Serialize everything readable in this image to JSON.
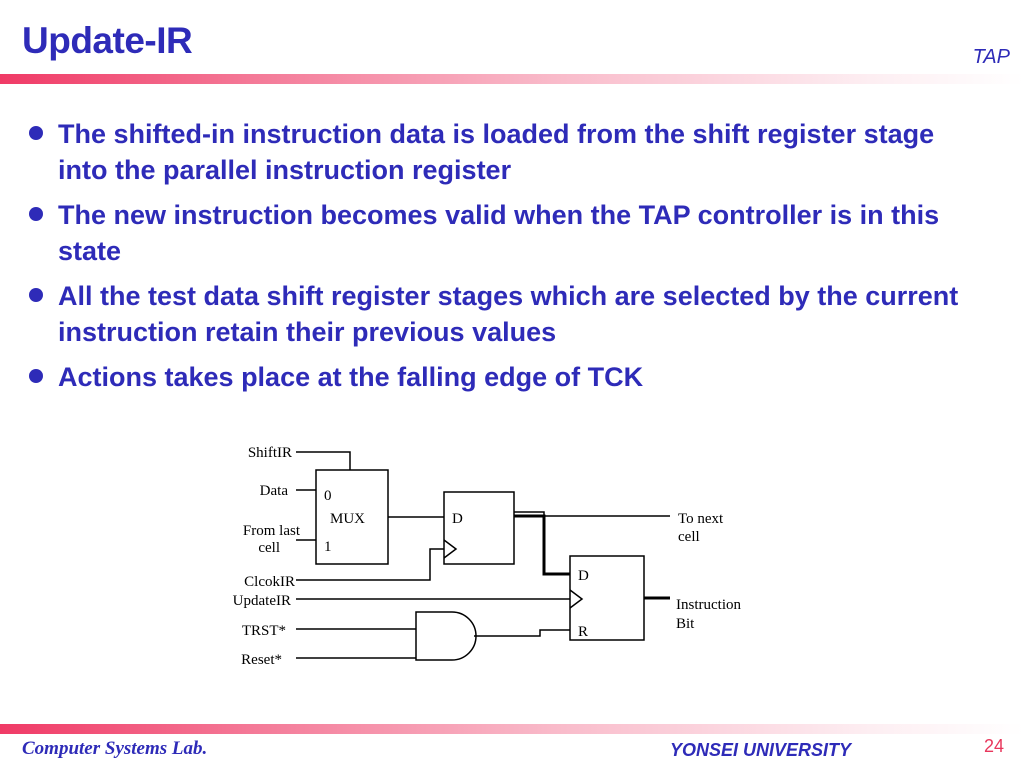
{
  "slide": {
    "title": "Update-IR",
    "section_tag": "TAP",
    "bullets": [
      "The shifted-in instruction data is loaded from the shift register stage into the parallel instruction register",
      "The new instruction becomes valid when the TAP controller is in this state",
      "All the test data shift register stages which are selected by the current instruction retain their previous values",
      "Actions takes place at the falling edge of TCK"
    ]
  },
  "diagram": {
    "inputs": {
      "shift_ir": "ShiftIR",
      "data": "Data",
      "from_last_1": "From last",
      "from_last_2": "cell",
      "clock_ir": "ClcokIR",
      "update_ir": "UpdateIR",
      "trst": "TRST*",
      "reset": "Reset*"
    },
    "mux": {
      "label": "MUX",
      "in0": "0",
      "in1": "1"
    },
    "ff1": {
      "d": "D"
    },
    "ff2": {
      "d": "D",
      "r": "R"
    },
    "outputs": {
      "next_1": "To next",
      "next_2": "cell",
      "instr_1": "Instruction",
      "instr_2": "Bit"
    }
  },
  "footer": {
    "lab": "Computer Systems Lab.",
    "university": "YONSEI UNIVERSITY",
    "page": "24"
  },
  "colors": {
    "title": "#2e2bb8",
    "accent_bar": "#f03a66",
    "page_number": "#e8375c"
  }
}
